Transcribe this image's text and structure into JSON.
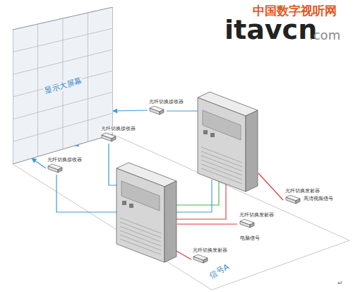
{
  "diagram": {
    "nodes": [
      {
        "text": [
          "显示大屏幕"
        ]
      },
      {
        "text": [
          "光纤切换接收器"
        ]
      },
      {
        "text": [
          "光纤切换接收器"
        ]
      },
      {
        "text": [
          "光纤切换接收器"
        ]
      },
      {
        "text": [
          "光纤切换发射器"
        ]
      },
      {
        "text": [
          "光纤切换发射器"
        ]
      },
      {
        "text": [
          "光纤切换发射器"
        ]
      }
    ],
    "edges": [
      {
        "from": 1,
        "to": 0,
        "arrow": "to"
      },
      {
        "from": 2,
        "to": 0,
        "arrow": "to"
      },
      {
        "from": 3,
        "to": 0,
        "arrow": "to"
      }
    ],
    "labels": [
      "中国数字视听网",
      "itavcn",
      ".com",
      "信号A",
      "电脑信号",
      "高清视频信号",
      "↵"
    ]
  }
}
